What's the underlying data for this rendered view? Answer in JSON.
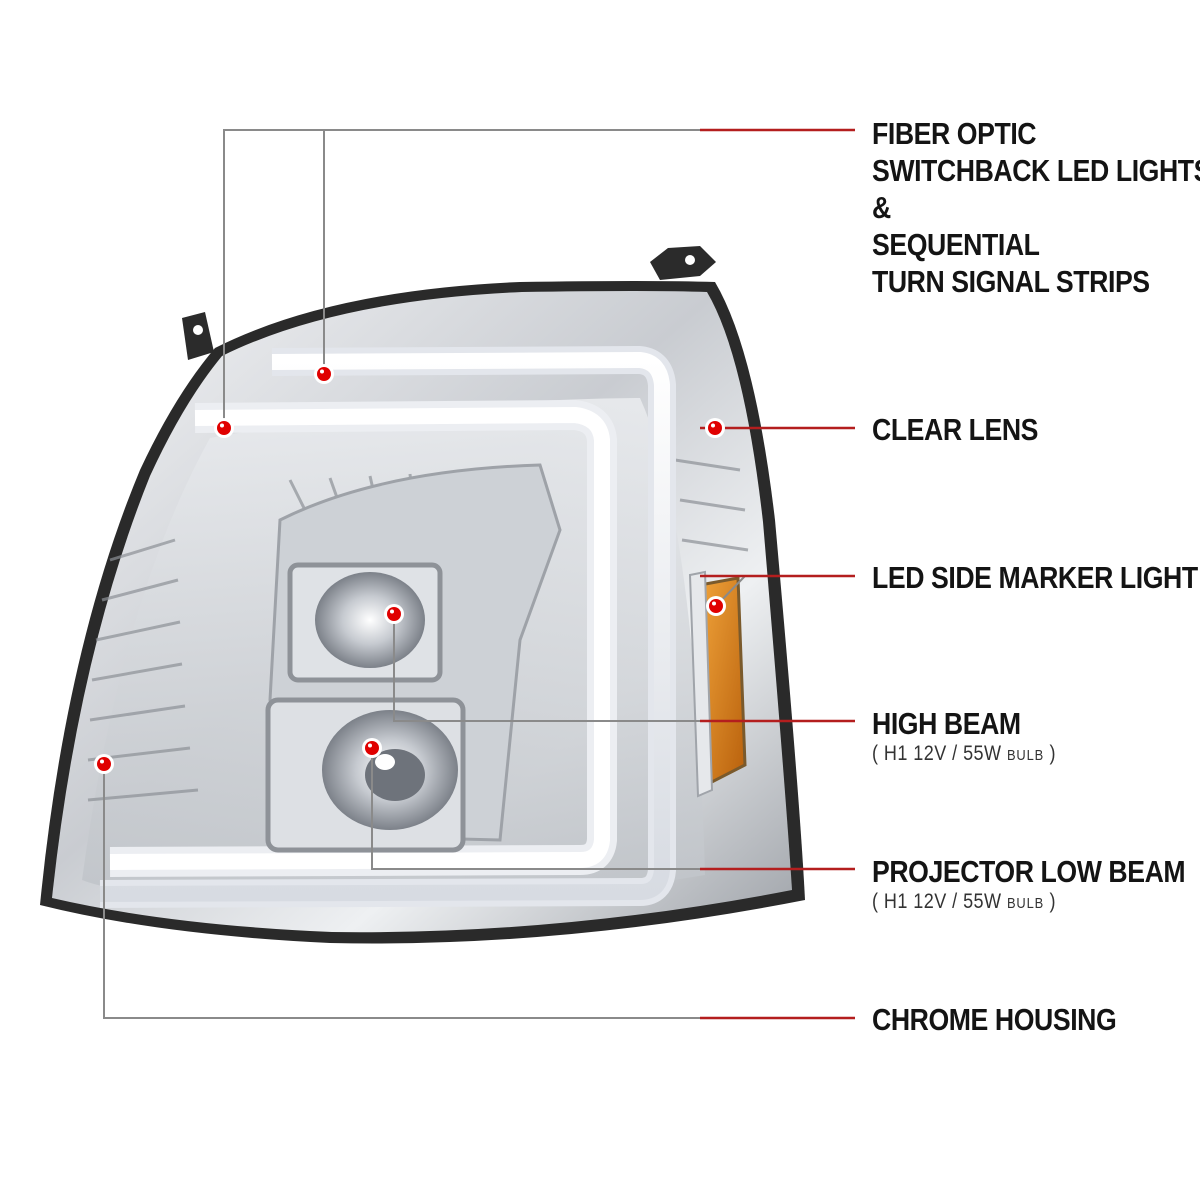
{
  "colors": {
    "leader_gray": "#8a8a8a",
    "leader_red": "#b41e1e",
    "dot_red": "#e00000",
    "label_text": "#141414"
  },
  "callouts": [
    {
      "id": "fiber-optic",
      "lines": [
        "FIBER OPTIC",
        "SWITCHBACK LED LIGHTS",
        "&",
        "SEQUENTIAL",
        "TURN SIGNAL STRIPS"
      ]
    },
    {
      "id": "clear-lens",
      "lines": [
        "CLEAR LENS"
      ]
    },
    {
      "id": "side-marker",
      "lines": [
        "LED SIDE MARKER LIGHT"
      ]
    },
    {
      "id": "high-beam",
      "lines": [
        "HIGH BEAM"
      ],
      "spec": {
        "open": "(",
        "value": "H1  12V / 55W",
        "unit": "BULB",
        "close": ")"
      }
    },
    {
      "id": "low-beam",
      "lines": [
        "PROJECTOR LOW BEAM"
      ],
      "spec": {
        "open": "(",
        "value": "H1  12V / 55W",
        "unit": "BULB",
        "close": ")"
      }
    },
    {
      "id": "chrome-housing",
      "lines": [
        "CHROME HOUSING"
      ]
    }
  ]
}
